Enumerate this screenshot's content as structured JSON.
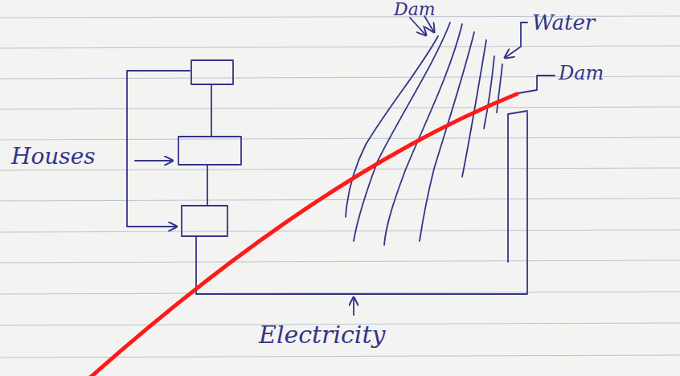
{
  "diagram": {
    "labels": [
      "Dam",
      "Water",
      "Dam",
      "Houses",
      "Electricity"
    ]
  }
}
